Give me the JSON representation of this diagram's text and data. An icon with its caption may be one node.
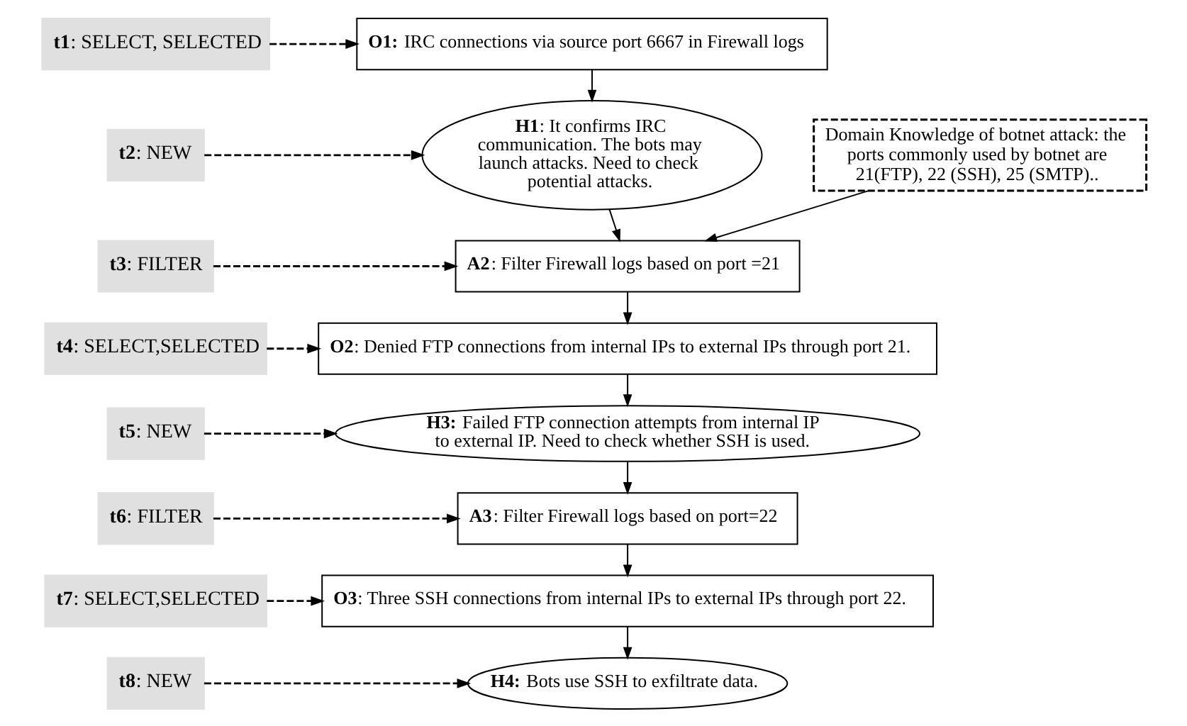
{
  "diagram": {
    "nodes": [
      {
        "text": [
          "**t1**: SELECT, SELECTED"
        ]
      },
      {
        "text": [
          "**O1:** IRC connections via source port 6667 in Firewall logs"
        ]
      },
      {
        "text": [
          "**t2**: NEW"
        ]
      },
      {
        "text": [
          "**H1**: It confirms IRC communication. The bots may launch attacks. Need to check potential attacks."
        ]
      },
      {
        "text": [
          "Domain Knowledge of botnet attack: the ports commonly used by botnet are 21(FTP), 22 (SSH), 25 (SMTP).."
        ]
      },
      {
        "text": [
          "**t3**: FILTER"
        ]
      },
      {
        "text": [
          "**A2**: Filter Firewall logs based on port =21"
        ]
      },
      {
        "text": [
          "**t4**: SELECT,SELECTED"
        ]
      },
      {
        "text": [
          "**O2**: Denied FTP connections from internal IPs to external IPs through port 21."
        ]
      },
      {
        "text": [
          "**t5**: NEW"
        ]
      },
      {
        "text": [
          "**H3:** Failed FTP connection attempts from internal IP to external IP. Need to check whether SSH is used."
        ]
      },
      {
        "text": [
          "**t6**: FILTER"
        ]
      },
      {
        "text": [
          "**A3**: Filter Firewall logs based on port=22"
        ]
      },
      {
        "text": [
          "**t7**: SELECT,SELECTED"
        ]
      },
      {
        "text": [
          "**O3**: Three SSH connections from internal IPs to external IPs through port 22."
        ]
      },
      {
        "text": [
          "**t8**: NEW"
        ]
      },
      {
        "text": [
          "**H4:** Bots use SSH to exfiltrate data."
        ]
      }
    ],
    "edges": [
      {
        "from": 0,
        "to": 1,
        "arrow": "to",
        "style": "dashed"
      },
      {
        "from": 1,
        "to": 3,
        "arrow": "to"
      },
      {
        "from": 2,
        "to": 3,
        "arrow": "to",
        "style": "dashed"
      },
      {
        "from": 3,
        "to": 6,
        "arrow": "to"
      },
      {
        "from": 4,
        "to": 6,
        "arrow": "to"
      },
      {
        "from": 5,
        "to": 6,
        "arrow": "to",
        "style": "dashed"
      },
      {
        "from": 6,
        "to": 8,
        "arrow": "to"
      },
      {
        "from": 7,
        "to": 8,
        "arrow": "to",
        "style": "dashed"
      },
      {
        "from": 8,
        "to": 10,
        "arrow": "to"
      },
      {
        "from": 9,
        "to": 10,
        "arrow": "to",
        "style": "dashed"
      },
      {
        "from": 10,
        "to": 12,
        "arrow": "to"
      },
      {
        "from": 11,
        "to": 12,
        "arrow": "to",
        "style": "dashed"
      },
      {
        "from": 12,
        "to": 14,
        "arrow": "to"
      },
      {
        "from": 13,
        "to": 14,
        "arrow": "to",
        "style": "dashed"
      },
      {
        "from": 14,
        "to": 16,
        "arrow": "to"
      },
      {
        "from": 15,
        "to": 16,
        "arrow": "to",
        "style": "dashed"
      }
    ]
  }
}
